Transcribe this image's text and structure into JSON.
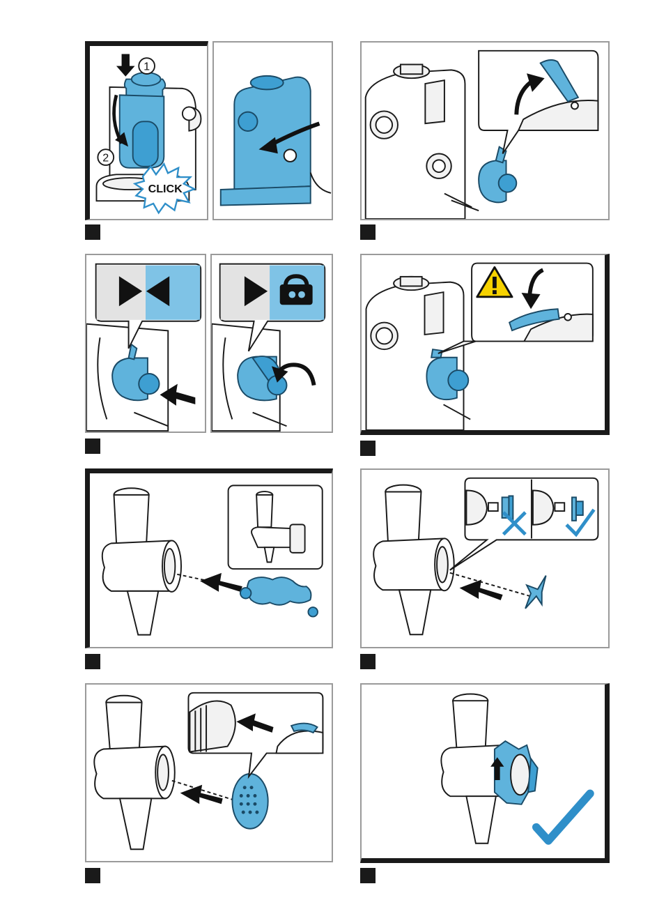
{
  "page": {
    "background": "#ffffff"
  },
  "colors": {
    "accent_blue": "#5fb3dc",
    "dark_blue": "#1a4a66",
    "warning_yellow": "#f6d200",
    "check_blue": "#2f8fc9"
  },
  "steps": [
    {
      "panel": "attach-drive-unit",
      "icons": [
        "press-arrow-icon",
        "rotate-arrow-icon",
        "click-burst-icon"
      ],
      "labels": {
        "num1": "1",
        "num2": "2",
        "click": "CLICK"
      }
    },
    {
      "panel": "open-lock-lever",
      "icons": [
        "lever-up-arrow-icon"
      ]
    },
    {
      "panel": "insert-and-lock",
      "icons": [
        "align-triangles-icon",
        "padlock-icon",
        "push-arrow-icon",
        "rotate-arrow-icon"
      ]
    },
    {
      "panel": "close-lock-lever",
      "icons": [
        "warning-icon",
        "press-down-arrow-icon"
      ]
    },
    {
      "panel": "insert-worm-shaft",
      "icons": [
        "push-arrow-icon"
      ]
    },
    {
      "panel": "insert-blade",
      "icons": [
        "wrong-cross-icon",
        "correct-check-icon",
        "push-arrow-icon"
      ]
    },
    {
      "panel": "insert-perforated-disc",
      "icons": [
        "push-arrow-icon"
      ]
    },
    {
      "panel": "screw-on-ring",
      "icons": [
        "tighten-arrow-icon",
        "check-mark-icon"
      ]
    }
  ]
}
